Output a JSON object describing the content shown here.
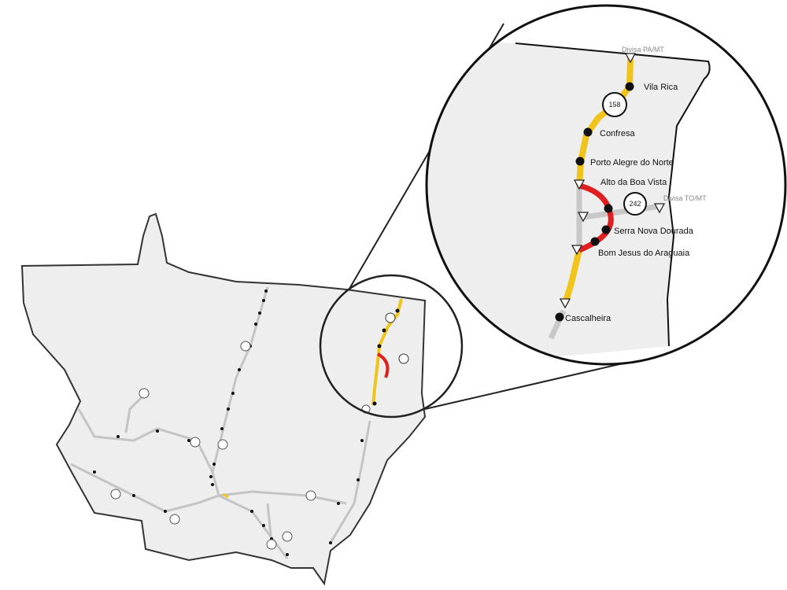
{
  "map": {
    "colors": {
      "state_fill": "#eeeeee",
      "border": "#222222",
      "road_grey": "#c4c4c4",
      "road_yellow": "#f0c419",
      "road_red": "#e02020",
      "town": "#111111"
    },
    "inset": {
      "borders": [
        {
          "label": "Divisa PA/MT",
          "icon": "border-triangle-icon"
        },
        {
          "label": "Divisa TO/MT",
          "icon": "border-triangle-icon"
        }
      ],
      "highways": [
        "158",
        "242"
      ],
      "towns": [
        "Vila Rica",
        "Confresa",
        "Porto Alegre do Norte",
        "Alto da Boa Vista",
        "Serra Nova Dourada",
        "Bom Jesus do Araguaia",
        "Cascalheira"
      ]
    }
  }
}
